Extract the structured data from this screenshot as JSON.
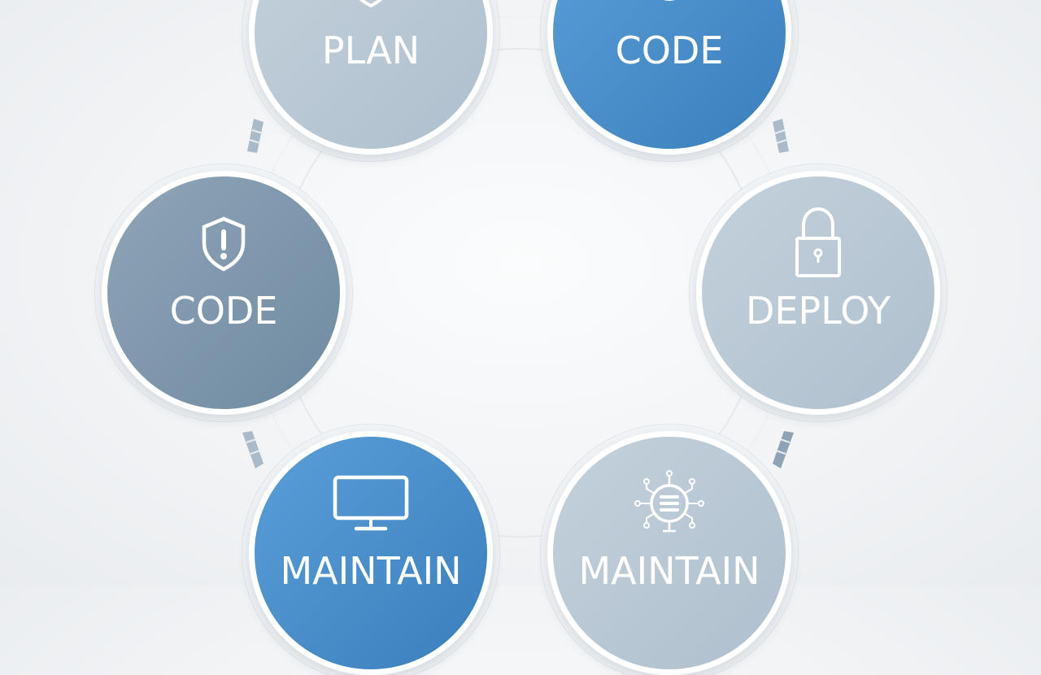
{
  "colors": {
    "pale": "#b6c6d3",
    "blue": "#4a8fcb",
    "slate": "#7f97ab",
    "connector": "#9fb1bf"
  },
  "nodes": [
    {
      "id": "plan",
      "label": "PLAN",
      "icon": "shield-icon"
    },
    {
      "id": "code_top",
      "label": "CODE",
      "icon": "lightbulb-icon"
    },
    {
      "id": "code_left",
      "label": "CODE",
      "icon": "shield-alert-icon"
    },
    {
      "id": "deploy",
      "label": "DEPLOY",
      "icon": "padlock-icon"
    },
    {
      "id": "maintain_left",
      "label": "MAINTAIN",
      "icon": "monitor-icon"
    },
    {
      "id": "maintain_right",
      "label": "MAINTAIN",
      "icon": "bug-icon"
    }
  ]
}
